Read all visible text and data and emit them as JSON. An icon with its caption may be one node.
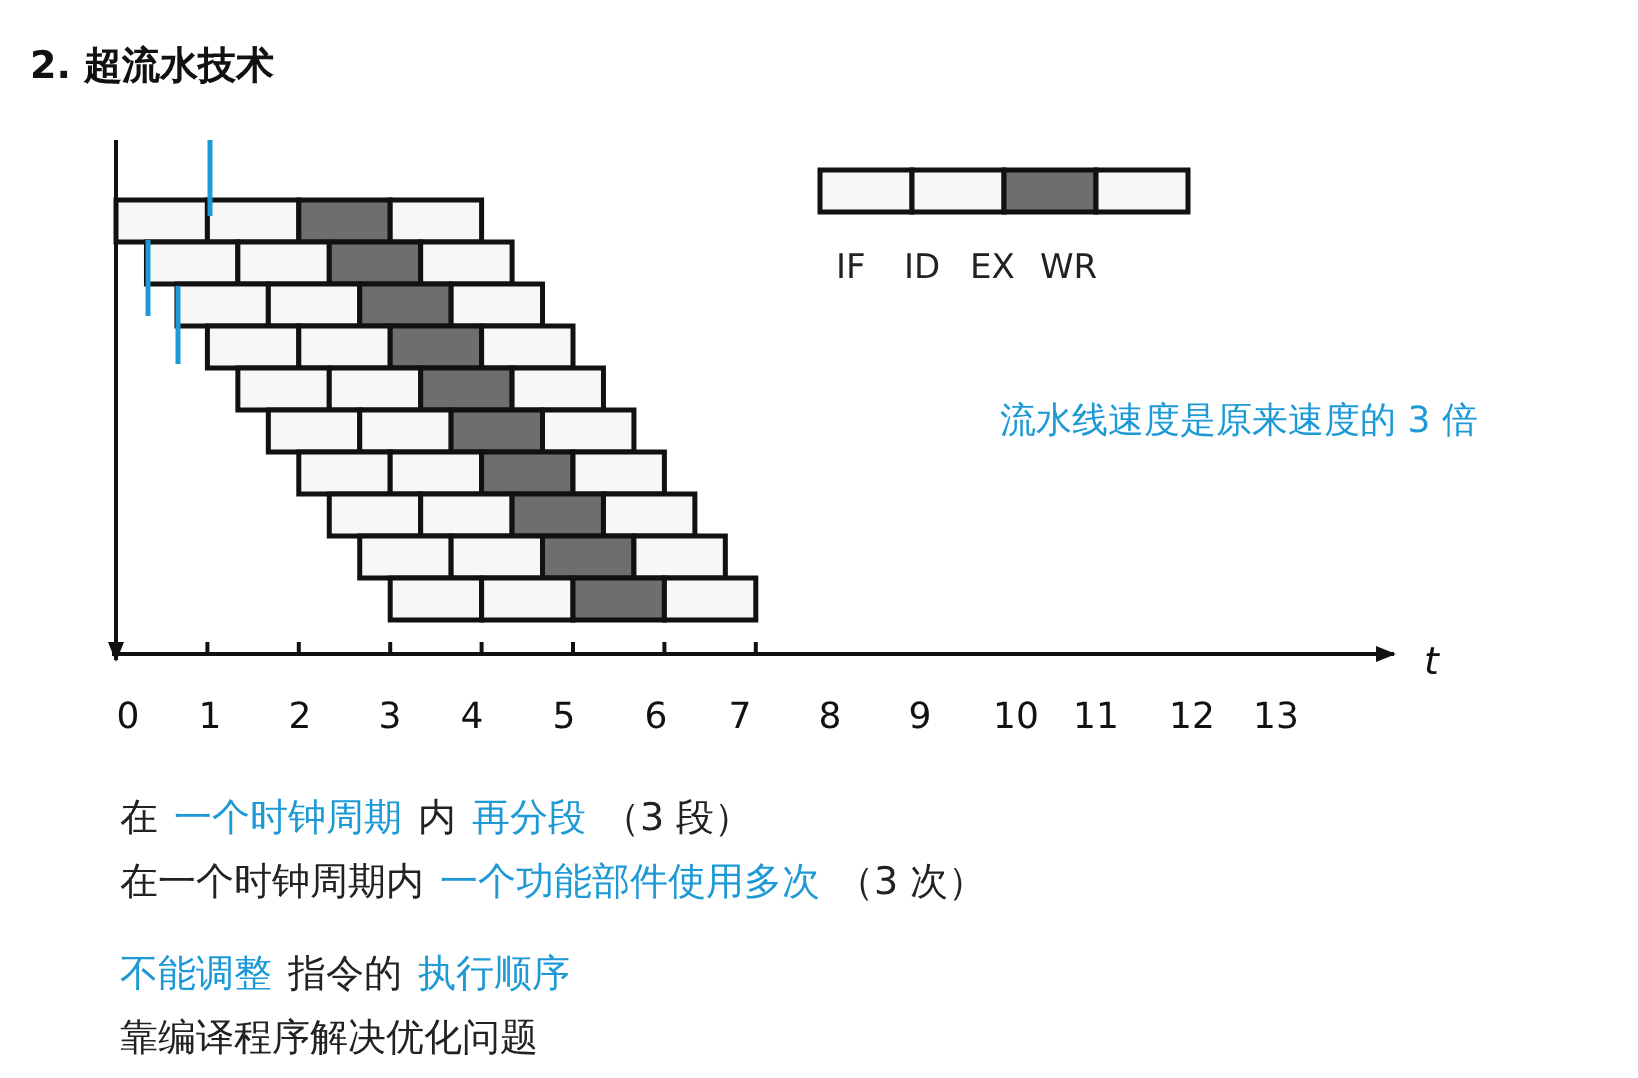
{
  "diagram": {
    "title": "2. 超流水技术",
    "labels": [
      "IF",
      "ID",
      "EX",
      "WR",
      "流水线速度是原来速度的 3 倍",
      "t",
      "0",
      "1",
      "2",
      "3",
      "4",
      "5",
      "6",
      "7",
      "8",
      "9",
      "10",
      "11",
      "12",
      "13",
      "在",
      "一个时钟周期",
      "内",
      "再分段",
      "（3 段）",
      "在一个时钟周期内",
      "一个功能部件使用多次",
      "（3 次）",
      "不能调整",
      "指令的",
      "执行顺序",
      "靠编译程序解决优化问题"
    ]
  }
}
